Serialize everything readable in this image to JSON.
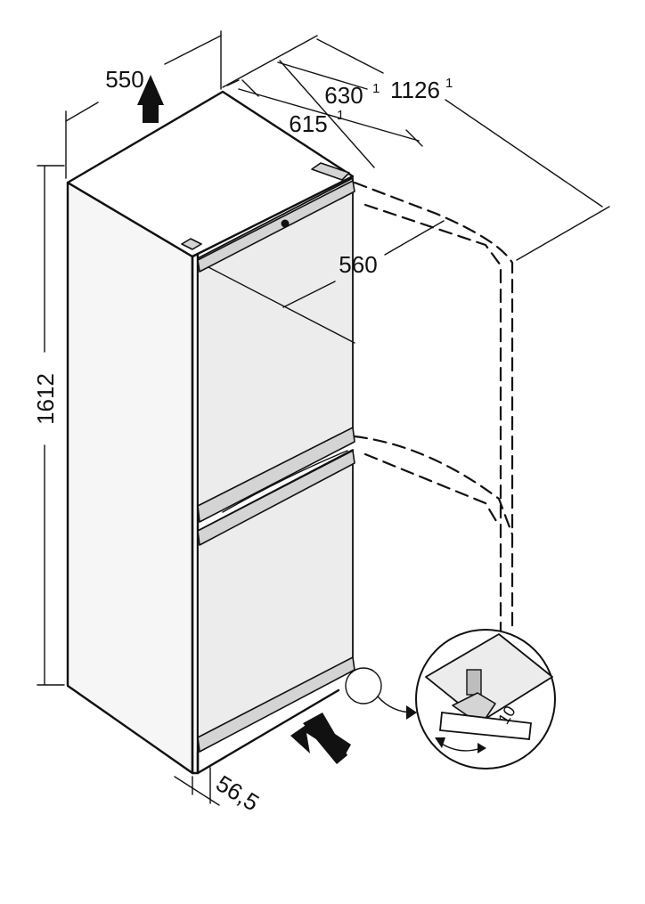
{
  "dimensions": {
    "width": "550",
    "height": "1612",
    "depth_615": "615",
    "depth_615_sup": "1",
    "depth_630": "630",
    "depth_630_sup": "1",
    "depth_1126": "1126",
    "depth_1126_sup": "1",
    "inner_560": "560",
    "bottom_56_5": "56,5"
  },
  "detail": {
    "wrench_size": "10"
  }
}
